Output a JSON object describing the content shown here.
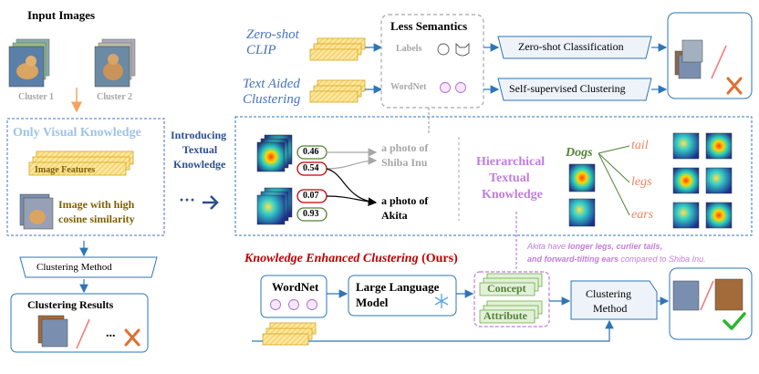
{
  "left_panel": {
    "input_images_title": "Input Images",
    "cluster_1": "Cluster 1",
    "cluster_2": "Cluster 2",
    "visual_box_title": "Only Visual Knowledge",
    "image_features": "Image Features",
    "high_cos_line1": "Image with high",
    "high_cos_line2": "cosine similarity",
    "clustering_method": "Clustering Method",
    "clustering_results": "Clustering Results",
    "ellipsis": "..."
  },
  "introducing": {
    "line1": "Introducing",
    "line2": "Textual",
    "line3": "Knowledge",
    "dots": "···"
  },
  "top_row": {
    "zero_shot_line1": "Zero-shot",
    "zero_shot_line2": "CLIP",
    "text_aided_line1": "Text Aided",
    "text_aided_line2": "Clustering",
    "less_semantics": "Less Semantics",
    "labels": "Labels",
    "wordnet": "WordNet",
    "zero_shot_classification": "Zero-shot Classification",
    "self_supervised_clustering": "Self-supervised Clustering"
  },
  "middle": {
    "score_1": "0.46",
    "score_2": "0.54",
    "score_3": "0.07",
    "score_4": "0.93",
    "photo_of_1": "a photo of",
    "breed_1": "Shiba Inu",
    "photo_of_2": "a photo of",
    "breed_2": "Akita",
    "hier_line1": "Hierarchical",
    "hier_line2": "Textual",
    "hier_line3": "Knowledge",
    "dogs": "Dogs",
    "tail": "tail",
    "legs": "legs",
    "ears": "ears"
  },
  "bottom": {
    "kec_title": "Knowledge Enhanced Clustering",
    "ours": "(Ours)",
    "note_a": "Akita have ",
    "note_b": "longer legs, curlier tails,",
    "note_c": "and forward-tilting  ears",
    "note_d": " compared to Shiba Inu.",
    "wordnet": "WordNet",
    "llm_line1": "Large Language",
    "llm_line2": "Model",
    "concept": "Concept",
    "attribute": "Attribute",
    "clustering_line1": "Clustering",
    "clustering_line2": "Method"
  },
  "colors": {
    "blue_text": "#4472c4",
    "light_blue": "#9dc3e6",
    "olive": "#7f6000",
    "red": "#c00000",
    "purple": "#c27ddb",
    "green": "#548235",
    "salmon": "#f4845f",
    "gray": "#a6a6a6",
    "navy": "#2f4f8f"
  }
}
